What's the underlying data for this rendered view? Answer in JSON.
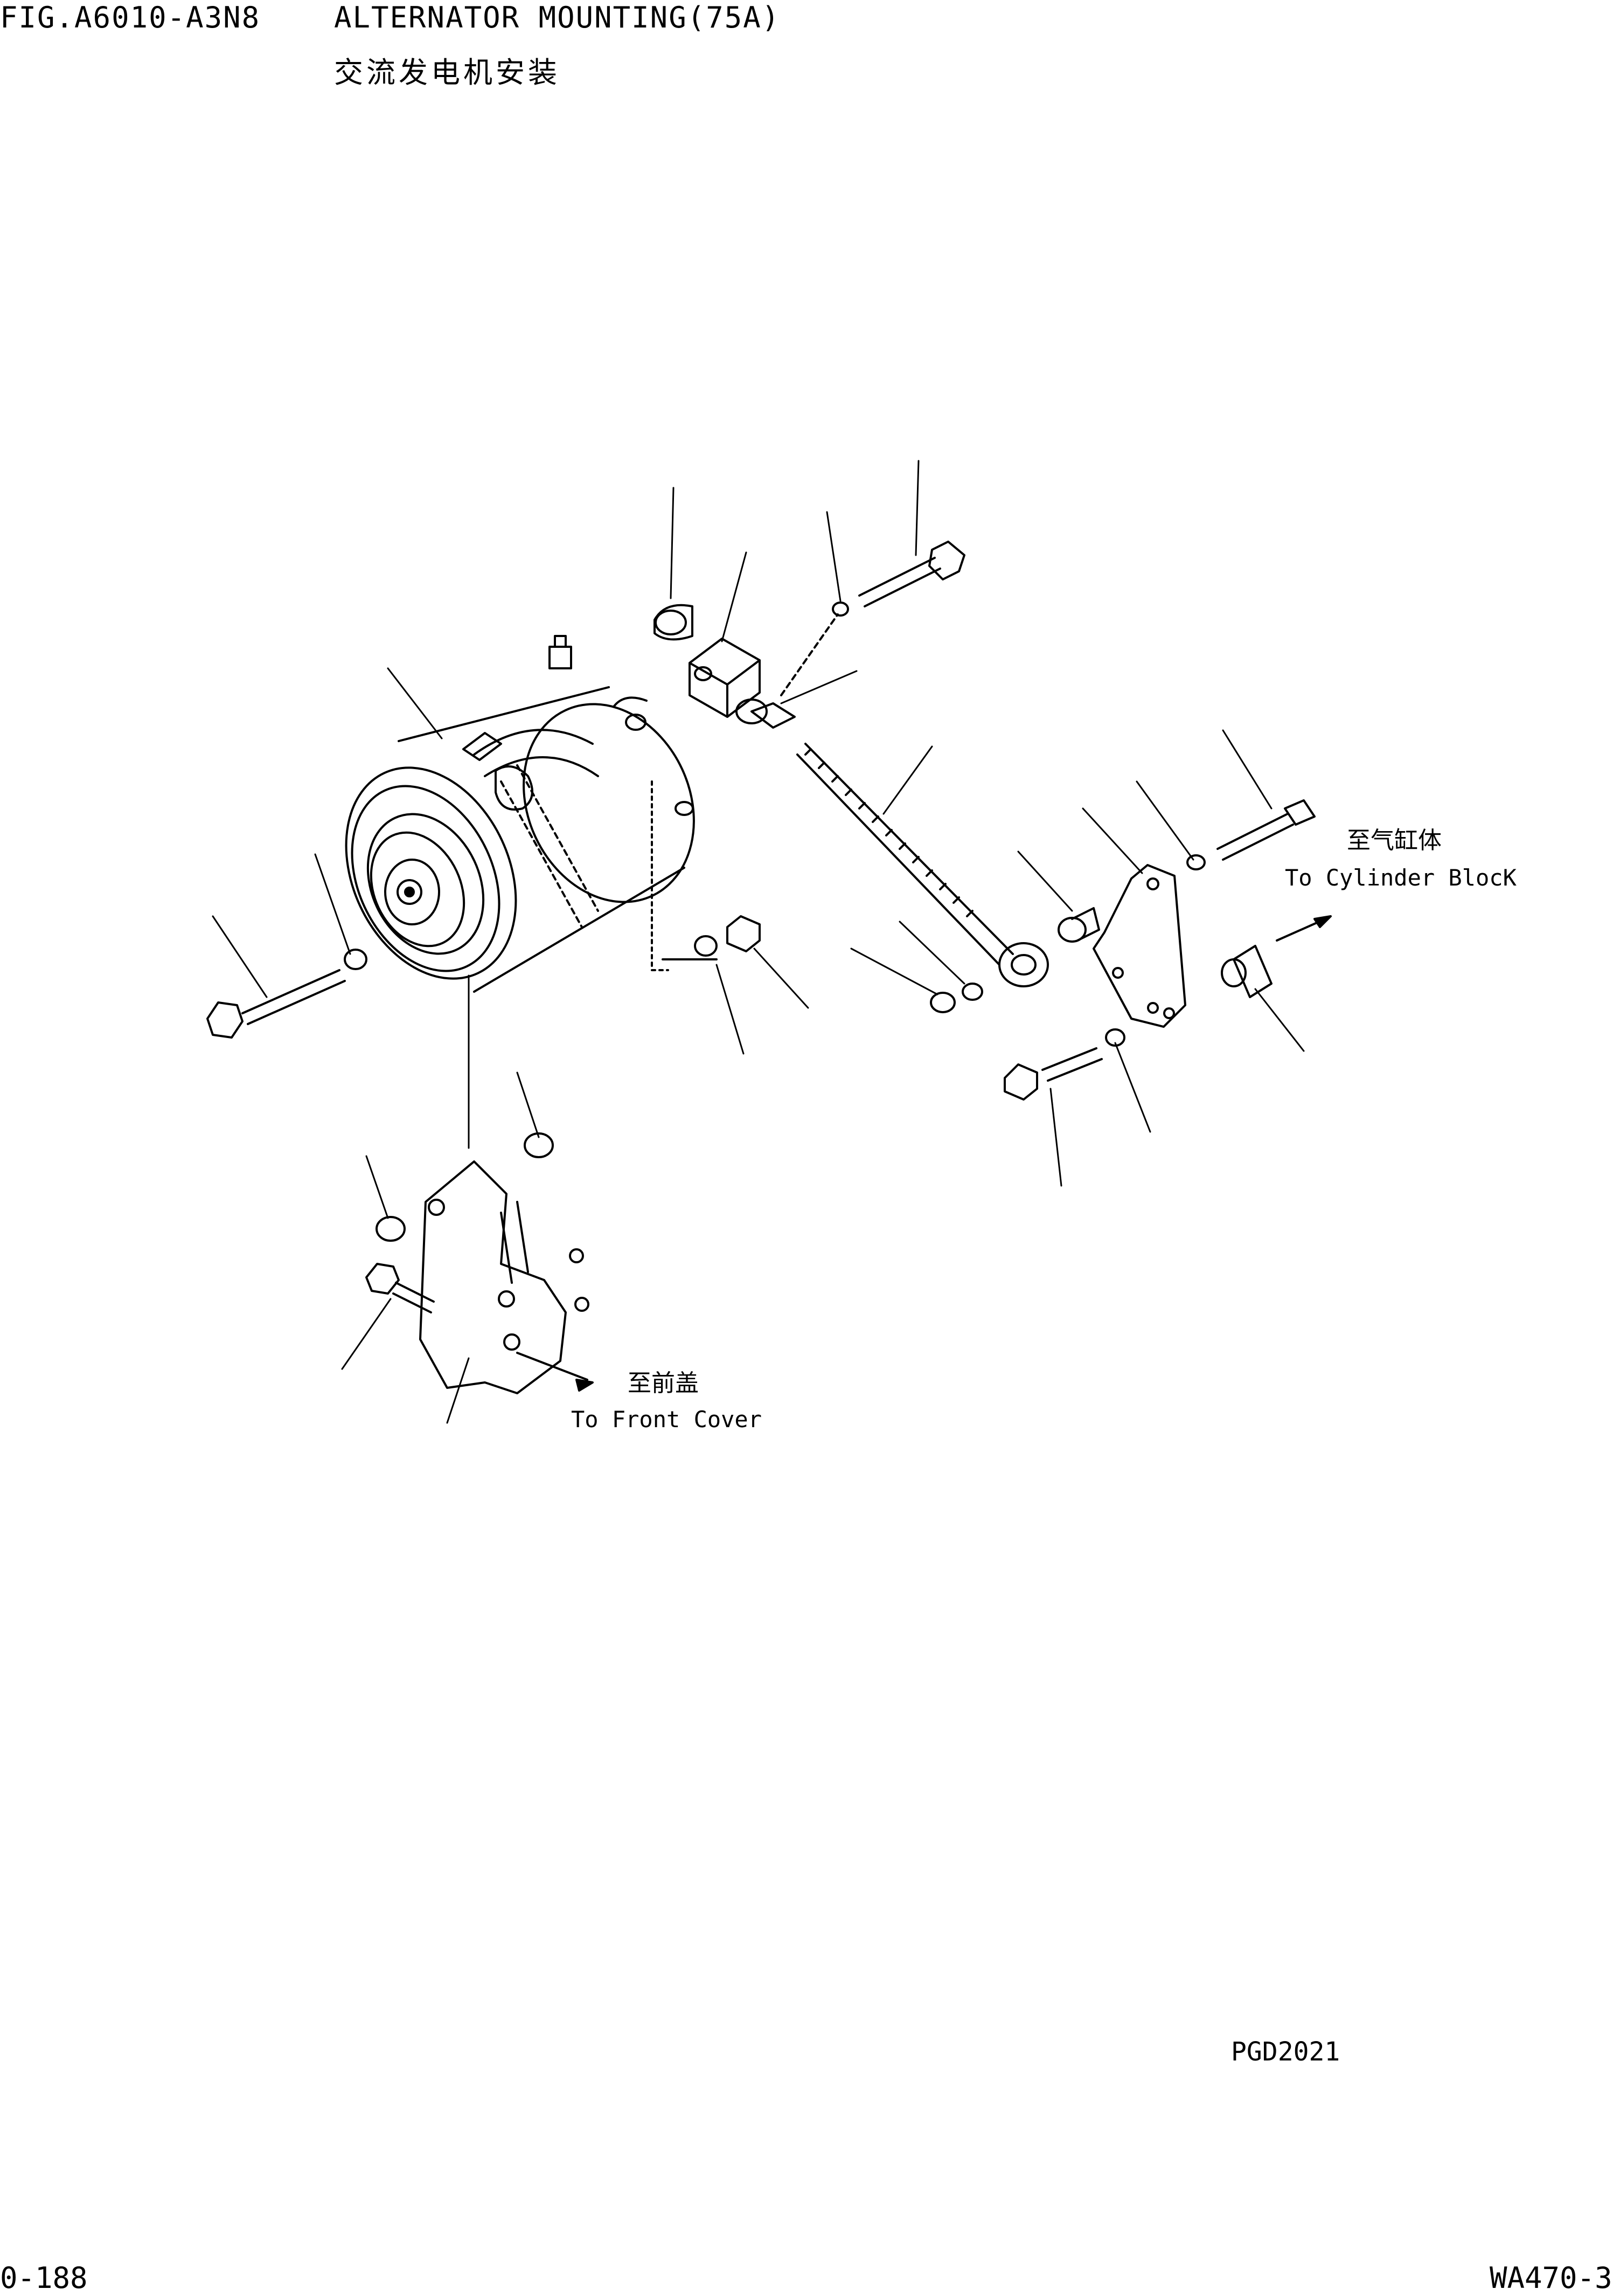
{
  "header": {
    "fig_number": "FIG.A6010-A3N8",
    "title_en": "ALTERNATOR MOUNTING(75A)",
    "title_cn": "交流发电机安装"
  },
  "annotations": {
    "cylinder_block_cn": "至气缸体",
    "cylinder_block_en": "To Cylinder BlocK",
    "front_cover_cn": "至前盖",
    "front_cover_en": "To Front Cover"
  },
  "footer": {
    "drawing_code": "PGD2021",
    "page_number": "0-188",
    "model": "WA470-3"
  },
  "colors": {
    "ink": "#000000",
    "paper": "#ffffff"
  }
}
